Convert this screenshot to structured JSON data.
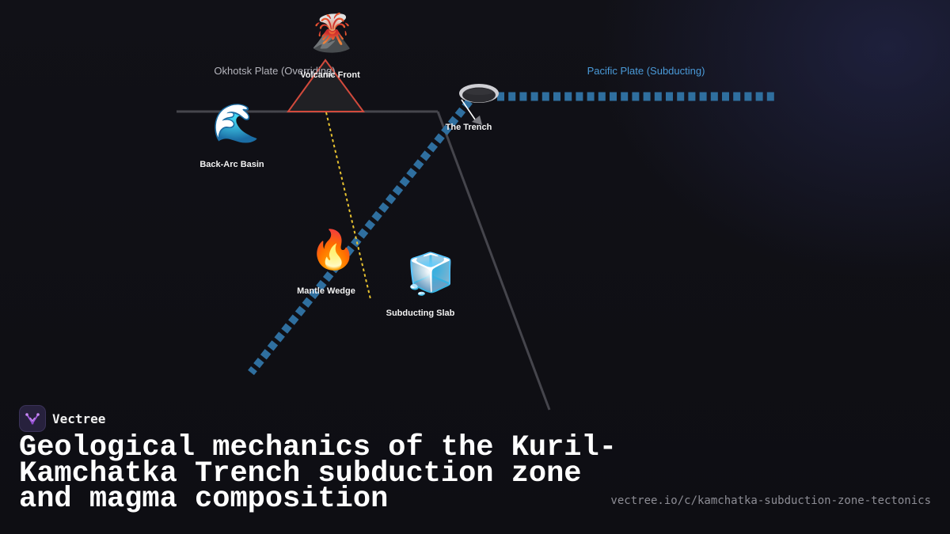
{
  "diagram": {
    "plates": {
      "overriding": {
        "label": "Okhotsk Plate (Overriding)",
        "color": "#b4b4bc"
      },
      "subducting": {
        "label": "Pacific Plate (Subducting)",
        "color": "#4a9ad8"
      }
    },
    "nodes": [
      {
        "id": "volcanic-front",
        "label": "Volcanic Front",
        "icon": "volcano-icon",
        "emoji": "🌋"
      },
      {
        "id": "back-arc-basin",
        "label": "Back-Arc Basin",
        "icon": "wave-icon",
        "emoji": "🌊"
      },
      {
        "id": "the-trench",
        "label": "The Trench",
        "icon": "hole-icon",
        "emoji": ""
      },
      {
        "id": "mantle-wedge",
        "label": "Mantle Wedge",
        "icon": "fire-icon",
        "emoji": "🔥"
      },
      {
        "id": "subducting-slab",
        "label": "Subducting Slab",
        "icon": "ice-cube-icon",
        "emoji": "🧊"
      }
    ],
    "colors": {
      "slab": "#2f6f9f",
      "surface": "#45454c",
      "magma_path": "#e8c330",
      "volcano_stroke": "#d24a3c"
    }
  },
  "brand": {
    "name": "Vectree",
    "logo_icon": "vectree-logo-icon"
  },
  "title": "Geological mechanics of the Kuril-Kamchatka Trench subduction zone and magma composition",
  "url": "vectree.io/c/kamchatka-subduction-zone-tectonics"
}
